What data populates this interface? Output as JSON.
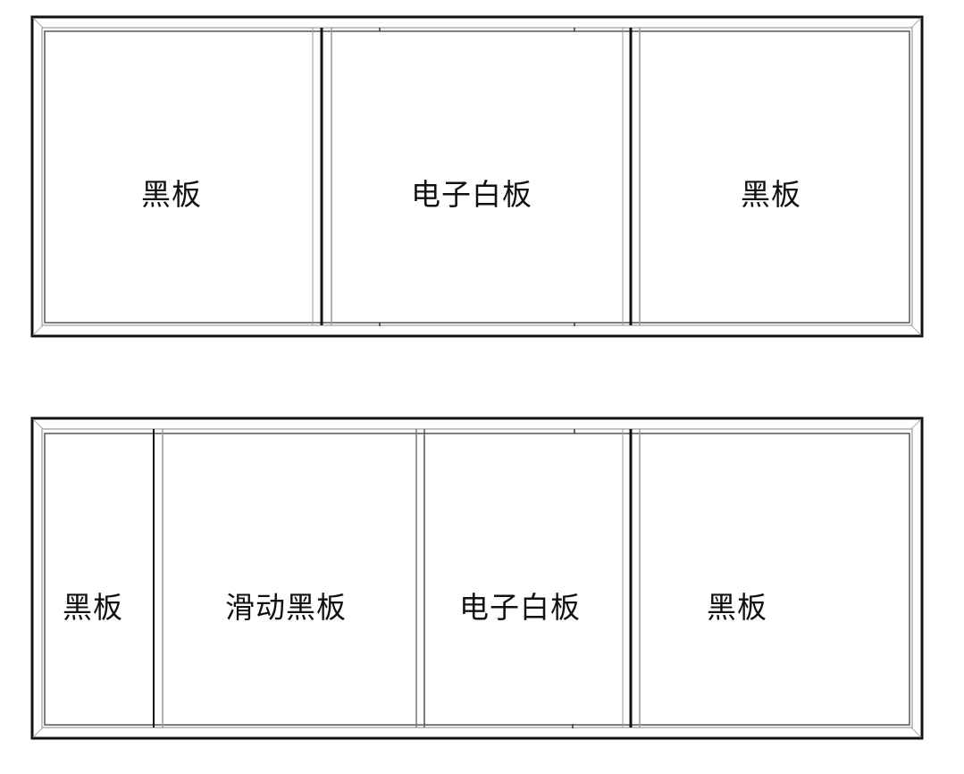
{
  "diagram": {
    "type": "board-layout-comparison",
    "colors": {
      "frame": "#111111",
      "inner_line": "#555555",
      "light_line": "#999999",
      "background": "#ffffff"
    },
    "layouts": [
      {
        "name": "layout-top",
        "panels": [
          {
            "label": "黑板"
          },
          {
            "label": "电子白板"
          },
          {
            "label": "黑板"
          }
        ]
      },
      {
        "name": "layout-bottom",
        "panels": [
          {
            "label": "黑板"
          },
          {
            "label": "滑动黑板"
          },
          {
            "label": "电子白板"
          },
          {
            "label": "黑板"
          }
        ]
      }
    ]
  }
}
